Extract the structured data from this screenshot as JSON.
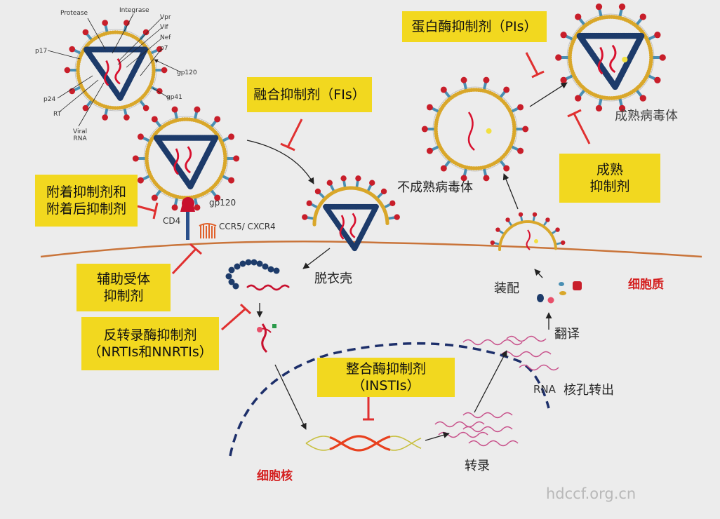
{
  "colors": {
    "background": "#ececec",
    "box_fill": "#f2d81f",
    "inhibitor_red": "#e03030",
    "capsid_navy": "#1d3b6a",
    "envelope_gold": "#d9a72a",
    "spike_red": "#c81e2a",
    "spike_blue": "#4a8fb3",
    "membrane": "#c9743a",
    "label_red": "#d42020"
  },
  "inhibitors": {
    "attachment": [
      "附着抑制剂和",
      "附着后抑制剂"
    ],
    "coreceptor": [
      "辅助受体",
      "抑制剂"
    ],
    "reverse_transcriptase": [
      "反转录酶抑制剂",
      "（NRTIs和NNRTIs）"
    ],
    "fusion": "融合抑制剂（FIs）",
    "integrase": [
      "整合酶抑制剂",
      "（INSTIs）"
    ],
    "protease": "蛋白酶抑制剂（PIs）",
    "maturation": [
      "成熟",
      "抑制剂"
    ]
  },
  "labels": {
    "cd4": "CD4",
    "gp120_receptor": "gp120",
    "ccr5": "CCR5/ CXCR4",
    "uncoating": "脱衣壳",
    "assembly": "装配",
    "translation": "翻译",
    "rna_export_rna": "RNA",
    "rna_export_text": "核孔转出",
    "transcription": "转录",
    "immature_virion": "不成熟病毒体",
    "mature_virion": "成熟病毒体",
    "cytoplasm": "细胞质",
    "nucleus": "细胞核"
  },
  "structure_labels": {
    "protease": "Protease",
    "integrase": "Integrase",
    "vpr": "Vpr",
    "vif": "Vif",
    "nef": "Nef",
    "p7": "p7",
    "p17": "p17",
    "gp120": "gp120",
    "p24": "p24",
    "gp41": "gp41",
    "rt": "RT",
    "viral_rna": [
      "Viral",
      "RNA"
    ]
  },
  "watermark": "hdccf.org.cn"
}
